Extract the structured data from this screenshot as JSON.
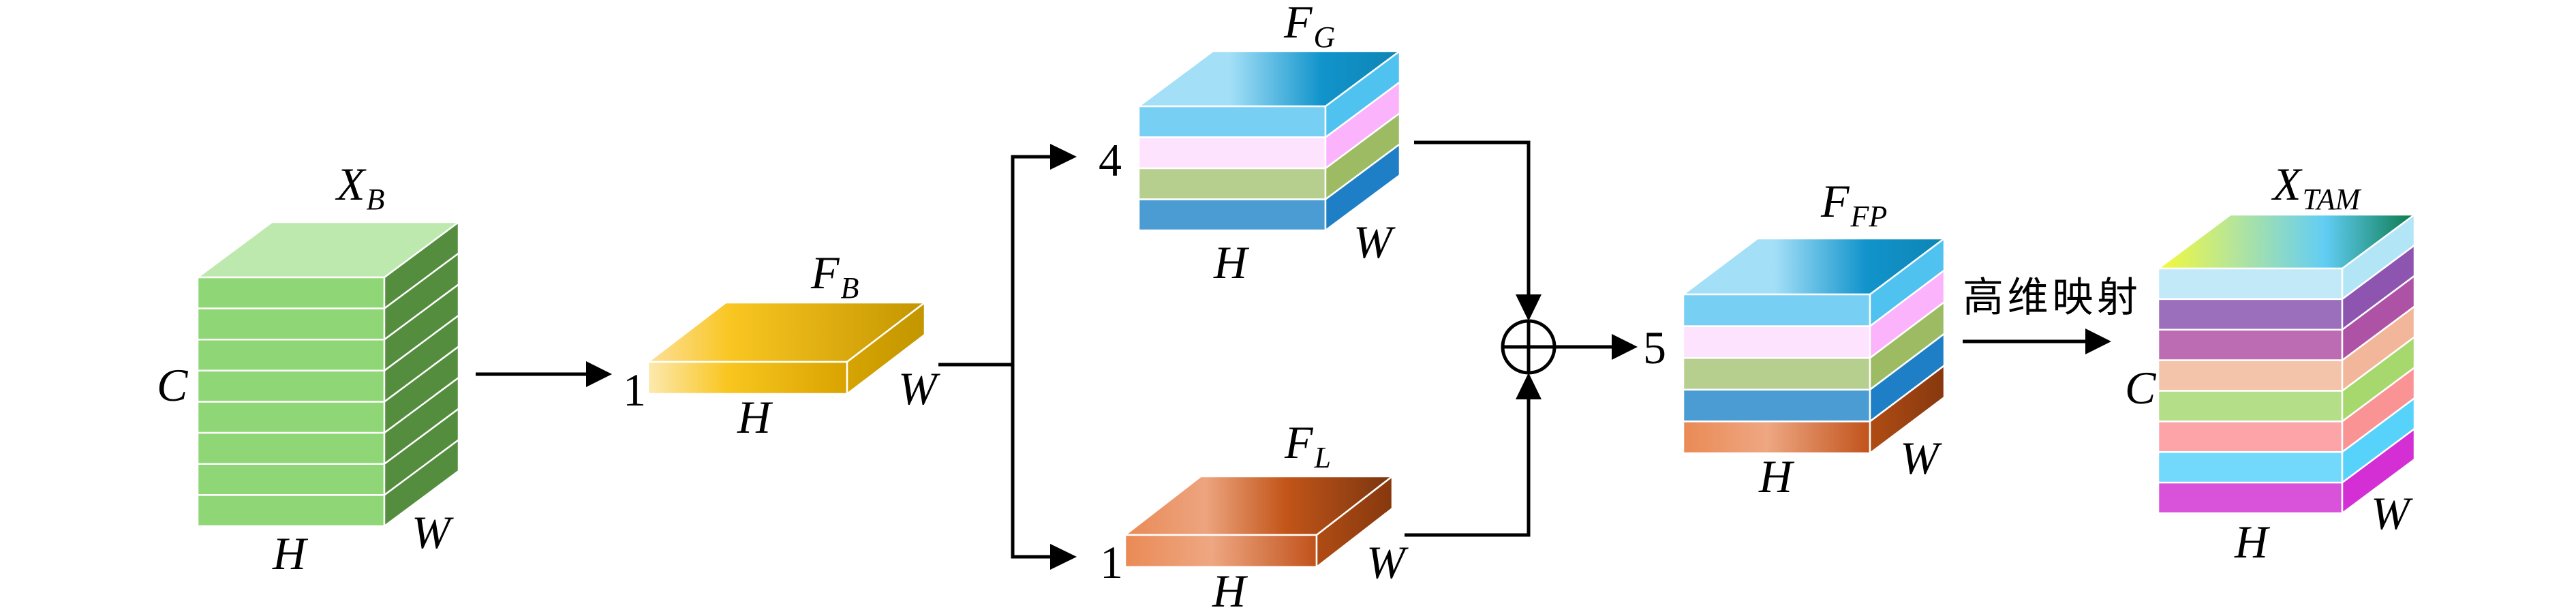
{
  "diagram": {
    "title_hint": "Feature fusion and high-dimensional mapping pipeline",
    "axis_labels": {
      "height": "H",
      "width": "W",
      "channel": "C"
    },
    "tensors": {
      "xb": {
        "name": "X",
        "sub": "B",
        "channel_label": "C",
        "layers": 8,
        "front_color": "#8fd776",
        "side_color": "#538d3d",
        "top_color": "#bde8ae"
      },
      "fb": {
        "name": "F",
        "sub": "B",
        "channels": "1"
      },
      "fg": {
        "name": "F",
        "sub": "G",
        "channels": "4",
        "front_colors": [
          "#77d0f3",
          "#fde3fd",
          "#b7cf8e",
          "#4b9cd3"
        ],
        "side_colors": [
          "#4fc2f0",
          "#fbb4fb",
          "#9dbb63",
          "#1f7fc6"
        ]
      },
      "fl": {
        "name": "F",
        "sub": "L",
        "channels": "1"
      },
      "ffp": {
        "name": "F",
        "sub": "FP",
        "channels": "5",
        "front_colors": [
          "#77d0f3",
          "#fde3fd",
          "#b7cf8e",
          "#4b9cd3",
          "grad-orange"
        ],
        "side_colors": [
          "#4fc2f0",
          "#fbb4fb",
          "#9dbb63",
          "#1f7fc6",
          "grad-orange-side"
        ]
      },
      "xtam": {
        "name": "X",
        "sub": "TAM",
        "channel_label": "C",
        "front_colors": [
          "#c1e9f8",
          "#9b6fbb",
          "#bb6cb2",
          "#f4c4aa",
          "#b5de88",
          "#fca4a8",
          "#72d9fc",
          "#d952da"
        ],
        "side_colors": [
          "#b2e5f6",
          "#8d55b0",
          "#ae52a5",
          "#f2b79a",
          "#a7d86e",
          "#fa9394",
          "#57d2fa",
          "#d32fd4"
        ]
      }
    },
    "operations": {
      "fusion_symbol": "⊕",
      "mapping_label": "高维映射"
    }
  }
}
